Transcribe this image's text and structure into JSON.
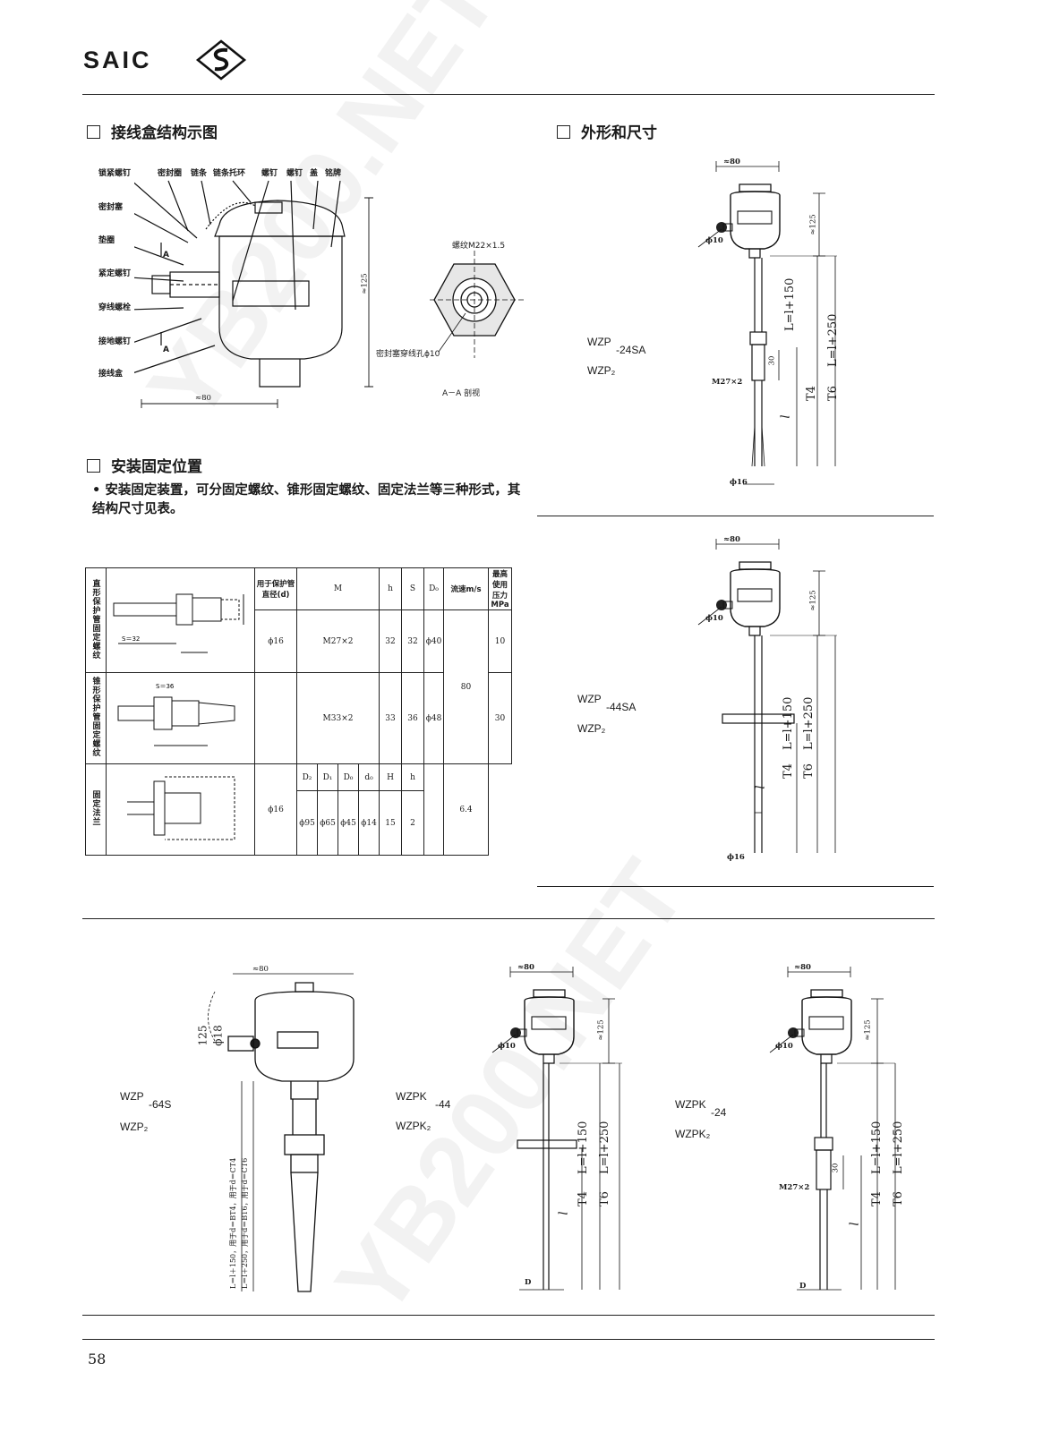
{
  "brand": {
    "name": "SAIC"
  },
  "watermark": "YB200.NET",
  "sections": {
    "junction_box": "接线盒结构示图",
    "outline": "外形和尺寸",
    "mounting": "安装固定位置"
  },
  "mounting_text": "• 安装固定装置，可分固定螺纹、锥形固定螺纹、固定法兰等三种形式，其结构尺寸见表。",
  "junction_labels": {
    "left": [
      "锁紧螺钉",
      "密封塞",
      "垫圈",
      "紧定螺钉",
      "穿线螺栓",
      "接地螺钉",
      "接线盒"
    ],
    "top": [
      "密封圈",
      "链条",
      "链条托环",
      "螺钉",
      "螺钉",
      "盖",
      "铭牌"
    ],
    "section_a": "A",
    "dim_width": "≈80",
    "dim_height": "≈125",
    "thread": "螺纹M22×1.5",
    "seal_hole": "密封塞穿线孔ϕ10",
    "section_view": "A－A 剖视"
  },
  "table": {
    "header": [
      "用于保护管直径(d)",
      "M",
      "h",
      "S",
      "D₀",
      "流速m/s",
      "最高使用压力MPa"
    ],
    "rows": [
      {
        "label": "直形保护管固定螺纹",
        "d": "ϕ16",
        "M": "M27×2",
        "h": "32",
        "S": "32",
        "D0": "ϕ40",
        "speed": "",
        "pressure": "10"
      },
      {
        "label": "锥形保护管固定螺纹",
        "d": "",
        "M": "M33×2",
        "h": "33",
        "S": "36",
        "D0": "ϕ48",
        "speed": "80",
        "pressure": "30"
      }
    ],
    "flange": {
      "label": "固定法兰",
      "subheader": [
        "D₂",
        "D₁",
        "D₀",
        "d₀",
        "H",
        "h"
      ],
      "d": "ϕ16",
      "values": [
        "ϕ95",
        "ϕ65",
        "ϕ45",
        "ϕ14",
        "15",
        "2"
      ],
      "pressure": "6.4"
    },
    "sketch_labels": {
      "s32": "S＝32",
      "s36": "S＝36"
    }
  },
  "models": {
    "m1": {
      "code": "WZP",
      "suffix": "-24SA",
      "code2": "WZP₂"
    },
    "m2": {
      "code": "WZP",
      "suffix": "-44SA",
      "code2": "WZP₂"
    },
    "m3": {
      "code": "WZP",
      "suffix": "-64S",
      "code2": "WZP₂"
    },
    "m4": {
      "code": "WZPK",
      "suffix": "-44",
      "code2": "WZPK₂"
    },
    "m5": {
      "code": "WZPK",
      "suffix": "-24",
      "code2": "WZPK₂"
    }
  },
  "dims": {
    "w80": "≈80",
    "h125": "≈125",
    "phi10": "ϕ10",
    "phi16": "ϕ16",
    "m27": "M27×2",
    "thirty": "30",
    "l150": "L=l+150",
    "l250": "L=l+250",
    "t4": "T4",
    "t6": "T6",
    "l": "l",
    "D": "D",
    "m3_l150": "L＝l＋150，用于d＝BT4，用于d＝CT4",
    "m3_l250": "L＝l＋250，用于d＝BT6，用于d＝CT6",
    "m3_phi": "ϕ18",
    "m3_125": "125"
  },
  "page_number": "58"
}
